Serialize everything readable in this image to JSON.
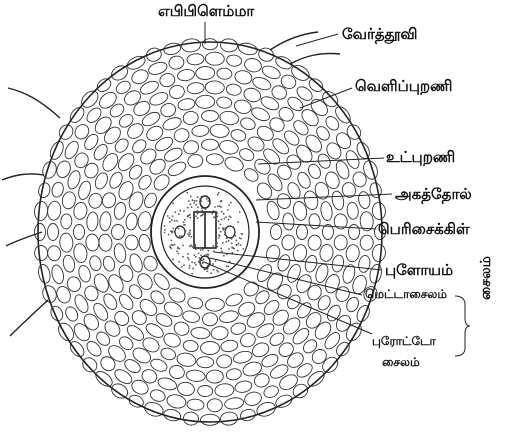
{
  "labels": {
    "epiblema": "எபிபிளெம்மா",
    "root_hair": "வேர்த்தூவி",
    "cortex": "வெளிப்புறணி",
    "inner_cortex": "உட்புறணி",
    "endodermis": "அகத்தோல்",
    "pericycle": "பெரிசைக்கிள்",
    "pith": "புளோயம்",
    "metaxylem": "மெட்டாசைலம்",
    "protoxylem_line1": "புரோட்டோ",
    "protoxylem_line2": "சைலம்",
    "xylem_group": "சைலம்"
  },
  "colors": {
    "line": "#222222",
    "background": "#ffffff"
  }
}
